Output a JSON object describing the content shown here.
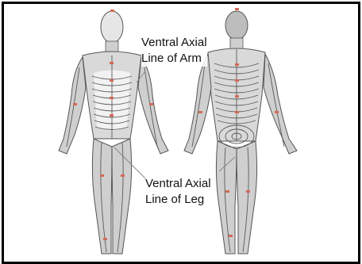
{
  "labels": {
    "arm_line1": "Ventral Axial",
    "arm_line2": "Line of Arm",
    "leg_line1": "Ventral Axial",
    "leg_line2": "Line of Leg"
  },
  "colors": {
    "frame": "#000000",
    "body_fill": "#d9d9d9",
    "body_shade": "#bdbdbd",
    "dermatome_lines": "#5a5a5a",
    "segment_marks": "#d36a55",
    "pointer": "#888888"
  },
  "figures": {
    "front": "anterior-view-body",
    "back": "posterior-view-body"
  }
}
